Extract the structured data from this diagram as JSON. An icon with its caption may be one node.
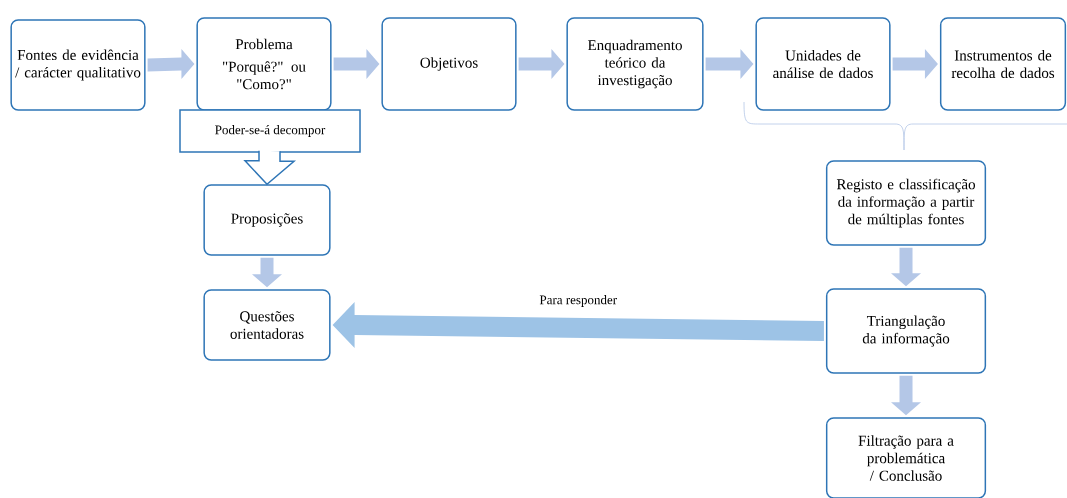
{
  "diagram": {
    "nodes": [
      {
        "text": [
          "Fontes de evidência / carácter qualitativo"
        ]
      },
      {
        "text": [
          "Problema",
          "\"Porquê?\" ou \"Como?\""
        ]
      },
      {
        "text": [
          "Objetivos"
        ]
      },
      {
        "text": [
          "Enquadramento teórico da investigação"
        ]
      },
      {
        "text": [
          "Unidades de análise de dados"
        ]
      },
      {
        "text": [
          "Instrumentos de recolha de dados"
        ]
      },
      {
        "text": [
          "Poder-se-á decompor"
        ]
      },
      {
        "text": [
          "Proposições"
        ]
      },
      {
        "text": [
          "Questões orientadoras"
        ]
      },
      {
        "text": [
          "Registo e classificação da informação a partir de múltiplas fontes"
        ]
      },
      {
        "text": [
          "Triangulação da informação"
        ]
      },
      {
        "text": [
          "Filtração para a problemática / Conclusão"
        ]
      }
    ],
    "edges": [
      {
        "from": 0,
        "to": 1,
        "arrow": "to"
      },
      {
        "from": 1,
        "to": 2,
        "arrow": "to"
      },
      {
        "from": 2,
        "to": 3,
        "arrow": "to"
      },
      {
        "from": 3,
        "to": 4,
        "arrow": "to"
      },
      {
        "from": 4,
        "to": 5,
        "arrow": "to"
      },
      {
        "from": 6,
        "to": 7,
        "arrow": "to",
        "color": "#2e75b6"
      },
      {
        "from": 7,
        "to": 8,
        "arrow": "to"
      },
      {
        "from": 9,
        "to": 10,
        "arrow": "to"
      },
      {
        "from": 10,
        "to": 11,
        "arrow": "to"
      },
      {
        "from": 10,
        "to": 8,
        "arrow": "to",
        "label": "Para responder",
        "style": "thick",
        "color": "#9dc3e6"
      }
    ]
  }
}
